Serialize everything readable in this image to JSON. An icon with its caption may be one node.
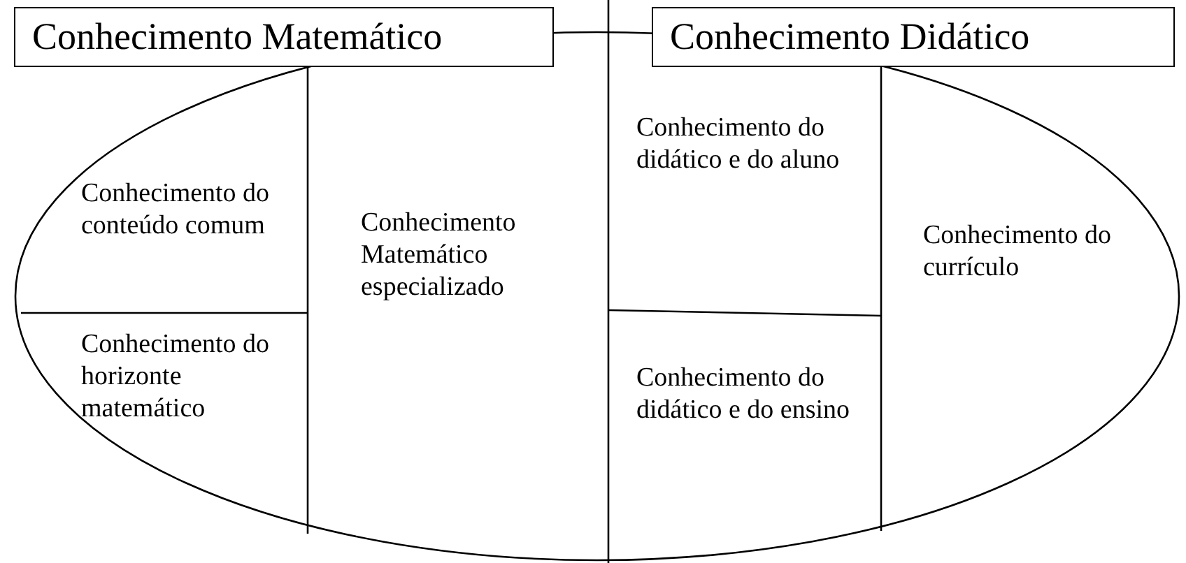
{
  "diagram": {
    "nodes": [
      {
        "text": [],
        "shape": "ellipse"
      },
      {
        "text": [
          "Conhecimento Matemático"
        ]
      },
      {
        "text": [
          "Conhecimento Didático"
        ]
      },
      {
        "text": [
          "Conhecimento do conteúdo comum"
        ],
        "in": 0
      },
      {
        "text": [
          "Conhecimento do horizonte matemático"
        ],
        "in": 0
      },
      {
        "text": [
          "Conhecimento Matemático especializado"
        ],
        "in": 0
      },
      {
        "text": [
          "Conhecimento do didático e do aluno"
        ],
        "in": 0
      },
      {
        "text": [
          "Conhecimento do currículo"
        ],
        "in": 0
      },
      {
        "text": [
          "Conhecimento do didático e do ensino"
        ],
        "in": 0
      }
    ]
  }
}
